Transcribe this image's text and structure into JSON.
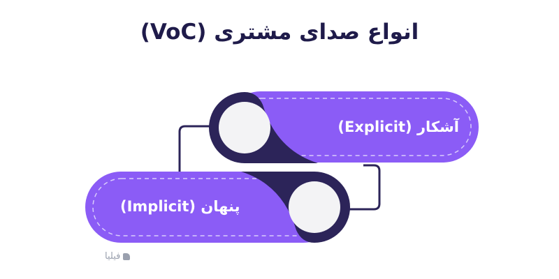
{
  "title": "انواع صدای مشتری (VoC)",
  "items": [
    {
      "label": "آشکار (Explicit)"
    },
    {
      "label": "پنهان (Implicit)"
    }
  ],
  "logo": {
    "text": "فیلیا"
  },
  "colors": {
    "purple": "#8b5cf6",
    "navy": "#2c2459",
    "dash": "#d9ccfb",
    "circle": "#f3f3f5",
    "title": "#1f1b4a"
  }
}
